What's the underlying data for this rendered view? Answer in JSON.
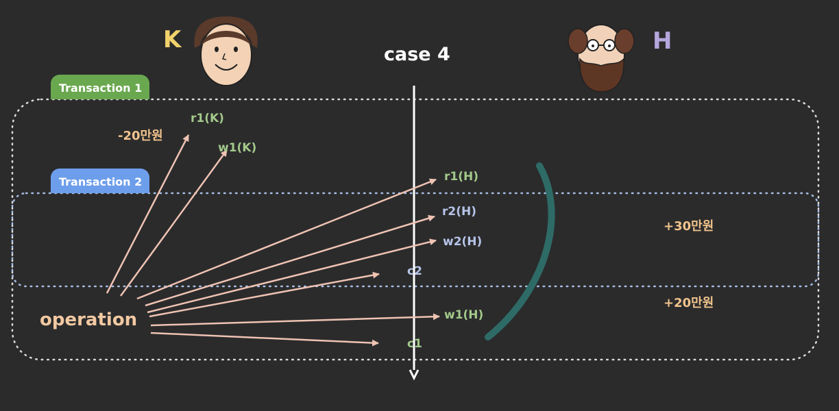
{
  "title": "case 4",
  "persons": {
    "k": {
      "label": "K",
      "color": "#f2d36b"
    },
    "h": {
      "label": "H",
      "color": "#b5a6dd"
    }
  },
  "transactions": [
    {
      "label": "Transaction 1",
      "color": "#6aa84f"
    },
    {
      "label": "Transaction 2",
      "color": "#6d9eeb"
    }
  ],
  "operations": {
    "r1_k": "r1(K)",
    "w1_k": "w1(K)",
    "r1_h": "r1(H)",
    "r2_h": "r2(H)",
    "w2_h": "w2(H)",
    "c2": "c2",
    "w1_h": "w1(H)",
    "c1": "c1"
  },
  "amounts": {
    "minus_20": "-20만원",
    "plus_30": "+30만원",
    "plus_20": "+20만원"
  },
  "operation_label": "operation",
  "colors": {
    "background": "#2b2b2c",
    "arrow": "#efc3b3",
    "timeline": "#ffffff",
    "arc": "#2e6b67",
    "dotted": "#dcdcdc"
  }
}
